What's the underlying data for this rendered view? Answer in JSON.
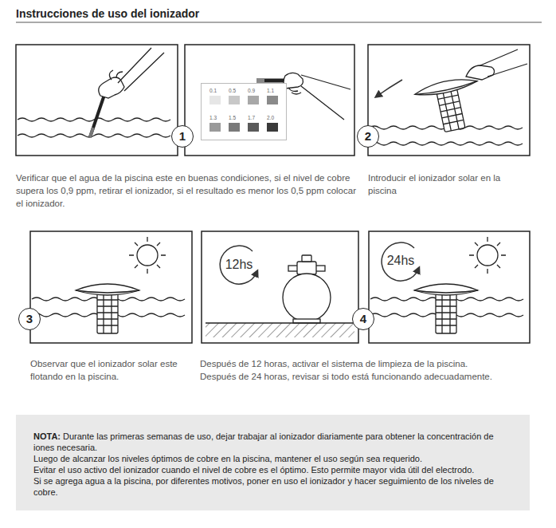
{
  "diagram": {
    "title": "Instrucciones de uso del ionizador",
    "nodes": [
      {
        "text": [
          "0.1",
          "0.5",
          "0.9",
          "1.1",
          "1.3",
          "1.5",
          "1.7",
          "2.0"
        ]
      },
      {
        "text": [
          "1"
        ]
      },
      {
        "text": [
          "2"
        ]
      },
      {
        "text": [
          "3"
        ]
      },
      {
        "text": [
          "4"
        ]
      },
      {
        "text": [
          "NOTA:",
          "Durante las primeras semanas de uso, dejar trabajar al ionizador diariamente para obtener la concentración de iones necesaria.",
          "Luego de alcanzar los niveles óptimos de cobre en la piscina, mantener el uso según sea requerido.",
          "Evitar el uso activo del ionizador cuando el nivel de cobre es el óptimo. Esto permite mayor vida útil del electrodo.",
          "Si se agrega agua a la piscina, por diferentes motivos, poner en uso el ionizador y hacer seguimiento de los niveles de cobre."
        ]
      }
    ],
    "labels": [
      "Verificar que el agua de la piscina este en buenas condiciones, si el nivel de cobre supera los 0,9 ppm, retirar el ionizador, si el resultado es menor los 0,5 ppm colocar el ionizador.",
      "Introducir el ionizador solar en la piscina",
      "12hs",
      "24hs",
      "Observar que el ionizador solar este flotando en la piscina.",
      "Después de 12 horas, activar el sistema de limpieza de la piscina.",
      "Después de 24 horas, revisar si todo está funcionando adecuadamente."
    ]
  }
}
